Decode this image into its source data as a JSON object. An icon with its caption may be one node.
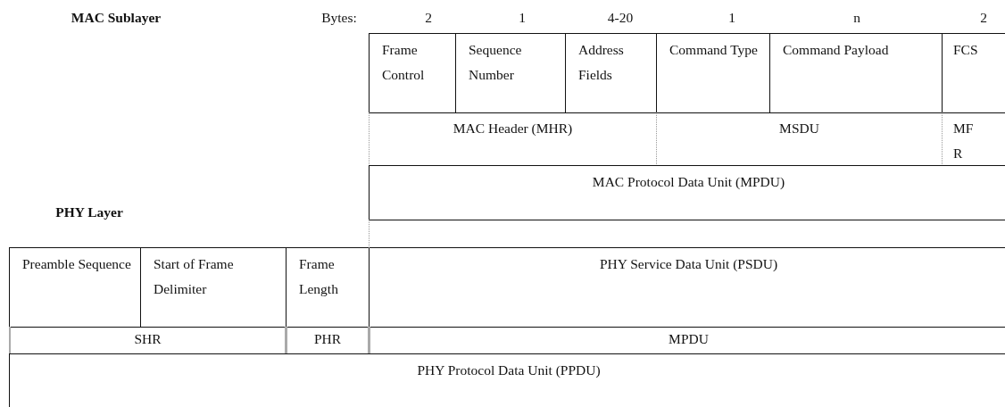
{
  "diagram": {
    "nodes": [
      {
        "text": [
          "Frame Control"
        ]
      },
      {
        "text": [
          "Sequence Number"
        ]
      },
      {
        "text": [
          "Address Fields"
        ]
      },
      {
        "text": [
          "Command Type"
        ]
      },
      {
        "text": [
          "Command Payload"
        ]
      },
      {
        "text": [
          "FCS"
        ]
      },
      {
        "text": [
          "MAC Header (MHR)"
        ]
      },
      {
        "text": [
          "MSDU"
        ]
      },
      {
        "text": [
          "MFR"
        ]
      },
      {
        "text": [
          "MAC Protocol Data Unit (MPDU)"
        ]
      },
      {
        "text": [
          "Preamble Sequence"
        ]
      },
      {
        "text": [
          "Start of Frame Delimiter"
        ]
      },
      {
        "text": [
          "Frame Length"
        ]
      },
      {
        "text": [
          "PHY Service Data Unit (PSDU)"
        ]
      },
      {
        "text": [
          "SHR"
        ]
      },
      {
        "text": [
          "PHR"
        ]
      },
      {
        "text": [
          "MPDU"
        ]
      },
      {
        "text": [
          "PHY Protocol Data Unit (PPDU)"
        ]
      }
    ],
    "labels": [
      "MAC Sublayer",
      "Bytes:",
      "2",
      "1",
      "4-20",
      "1",
      "n",
      "2",
      "PHY Layer"
    ]
  }
}
